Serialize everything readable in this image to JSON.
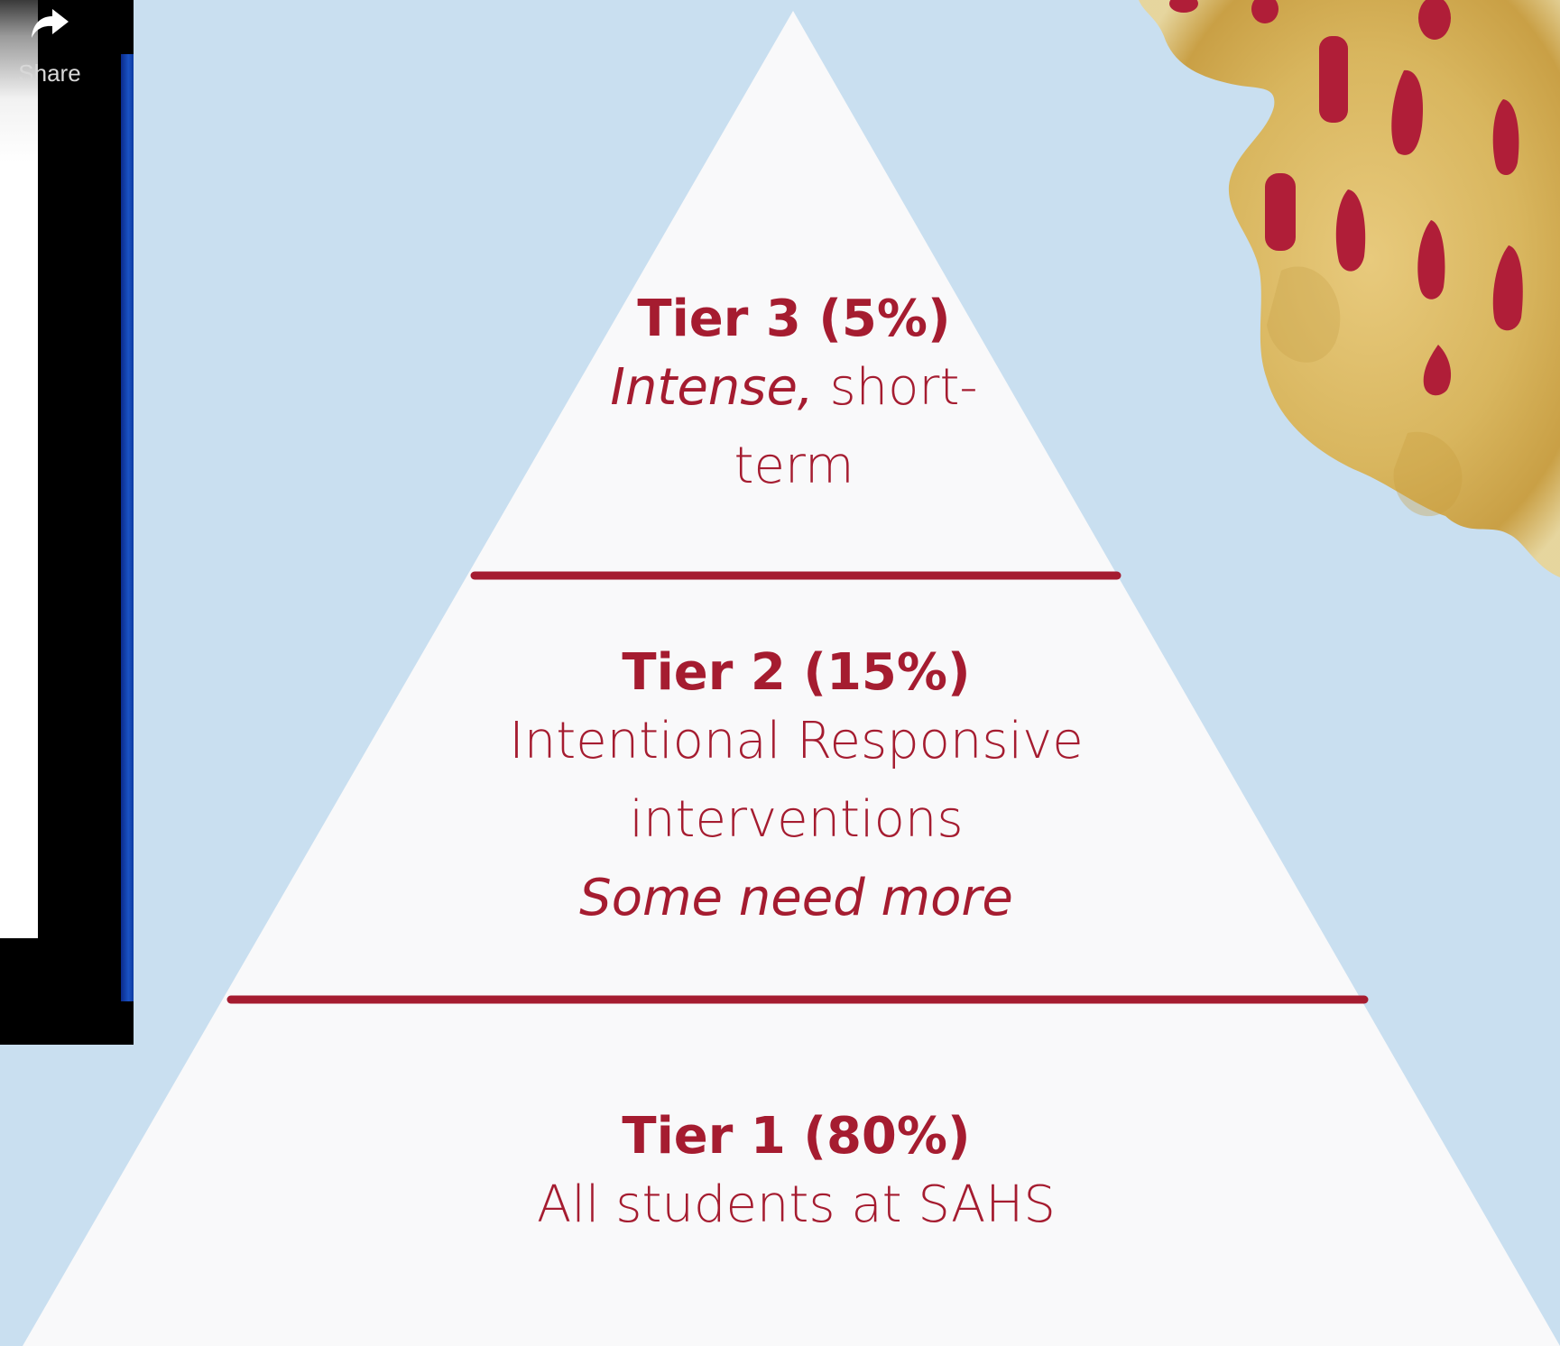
{
  "video": {
    "share_label": "Share",
    "share_icon": "share-arrow-icon"
  },
  "pyramid": {
    "colors": {
      "background": "#c9dff0",
      "pyramid_fill": "#f9f9fa",
      "accent": "#a51c30",
      "watercolor": "#d9b458"
    },
    "tiers": [
      {
        "title": "Tier 3 (5%)",
        "percent": 5,
        "line1_italic": "Intense,",
        "line1_rest": " short-",
        "line2": "term"
      },
      {
        "title": "Tier 2 (15%)",
        "percent": 15,
        "line1": "Intentional Responsive",
        "line2": "interventions",
        "line3_italic": "Some need more"
      },
      {
        "title": "Tier 1 (80%)",
        "percent": 80,
        "line1": "All students at SAHS"
      }
    ]
  }
}
